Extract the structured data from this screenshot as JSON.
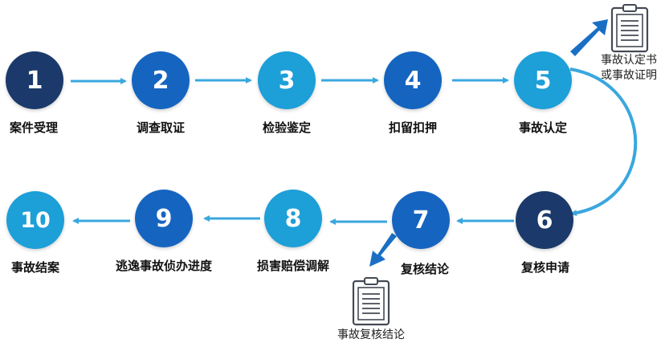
{
  "steps": [
    {
      "num": "1",
      "label": "案件受理"
    },
    {
      "num": "2",
      "label": "调查取证"
    },
    {
      "num": "3",
      "label": "检验鉴定"
    },
    {
      "num": "4",
      "label": "扣留扣押"
    },
    {
      "num": "5",
      "label": "事故认定"
    },
    {
      "num": "6",
      "label": "复核申请"
    },
    {
      "num": "7",
      "label": "复核结论"
    },
    {
      "num": "8",
      "label": "损害赔偿调解"
    },
    {
      "num": "9",
      "label": "逃逸事故侦办进度"
    },
    {
      "num": "10",
      "label": "事故结案"
    }
  ],
  "outputs": {
    "top": {
      "line1": "事故认定书",
      "line2": "或事故证明",
      "icon": "clipboard-document-icon"
    },
    "bottom": {
      "line1": "事故复核结论",
      "icon": "clipboard-document-icon"
    }
  },
  "colors": {
    "navy": "#1b3a6b",
    "blue": "#1565c0",
    "sky": "#1d9fd8",
    "connector": "#3aa7de",
    "callout_arrow": "#1a6fc4"
  }
}
